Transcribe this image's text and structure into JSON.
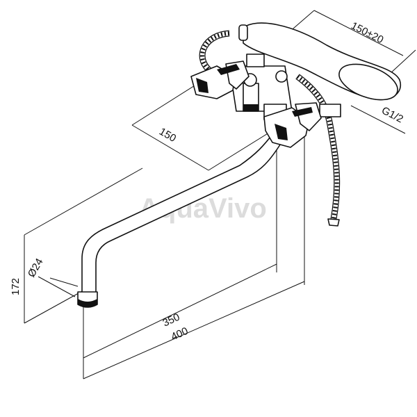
{
  "watermark": "AquaVivo",
  "dimensions": {
    "hand_shower_length": "150±20",
    "thread": "G1/2",
    "mount_depth": "150",
    "height": "172",
    "spout_diameter": "Ø24",
    "spout_reach_inner": "350",
    "spout_reach_outer": "400"
  }
}
